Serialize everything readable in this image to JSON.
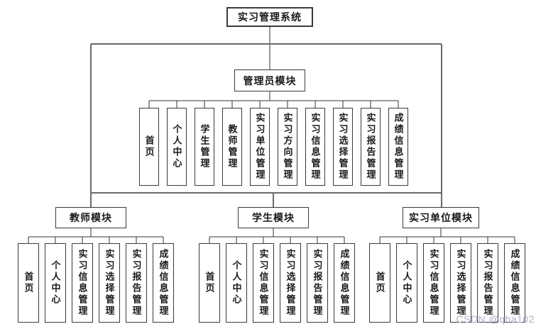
{
  "root": {
    "label": "实习管理系统"
  },
  "admin_module": {
    "label": "管理员模块",
    "children": [
      "首页",
      "个人中心",
      "学生管理",
      "教师管理",
      "实习单位管理",
      "实习方向管理",
      "实习信息管理",
      "实习选择管理",
      "实习报告管理",
      "成绩信息管理"
    ]
  },
  "sub_modules": [
    {
      "label": "教师模块",
      "children": [
        "首页",
        "个人中心",
        "实习信息管理",
        "实习选择管理",
        "实习报告管理",
        "成绩信息管理"
      ]
    },
    {
      "label": "学生模块",
      "children": [
        "首页",
        "个人中心",
        "实习信息管理",
        "实习选择管理",
        "实习报告管理",
        "成绩信息管理"
      ]
    },
    {
      "label": "实习单位模块",
      "children": [
        "首页",
        "个人中心",
        "实习信息管理",
        "实习选择管理",
        "实习报告管理",
        "成绩信息管理"
      ]
    }
  ],
  "watermark": "CSDN @qha102",
  "colors": {
    "box_border": "#3a3a3a",
    "connector": "#333333",
    "bus_connector": "#6a6a6a",
    "watermark_text": "#a9aecb",
    "background": "#ffffff"
  }
}
